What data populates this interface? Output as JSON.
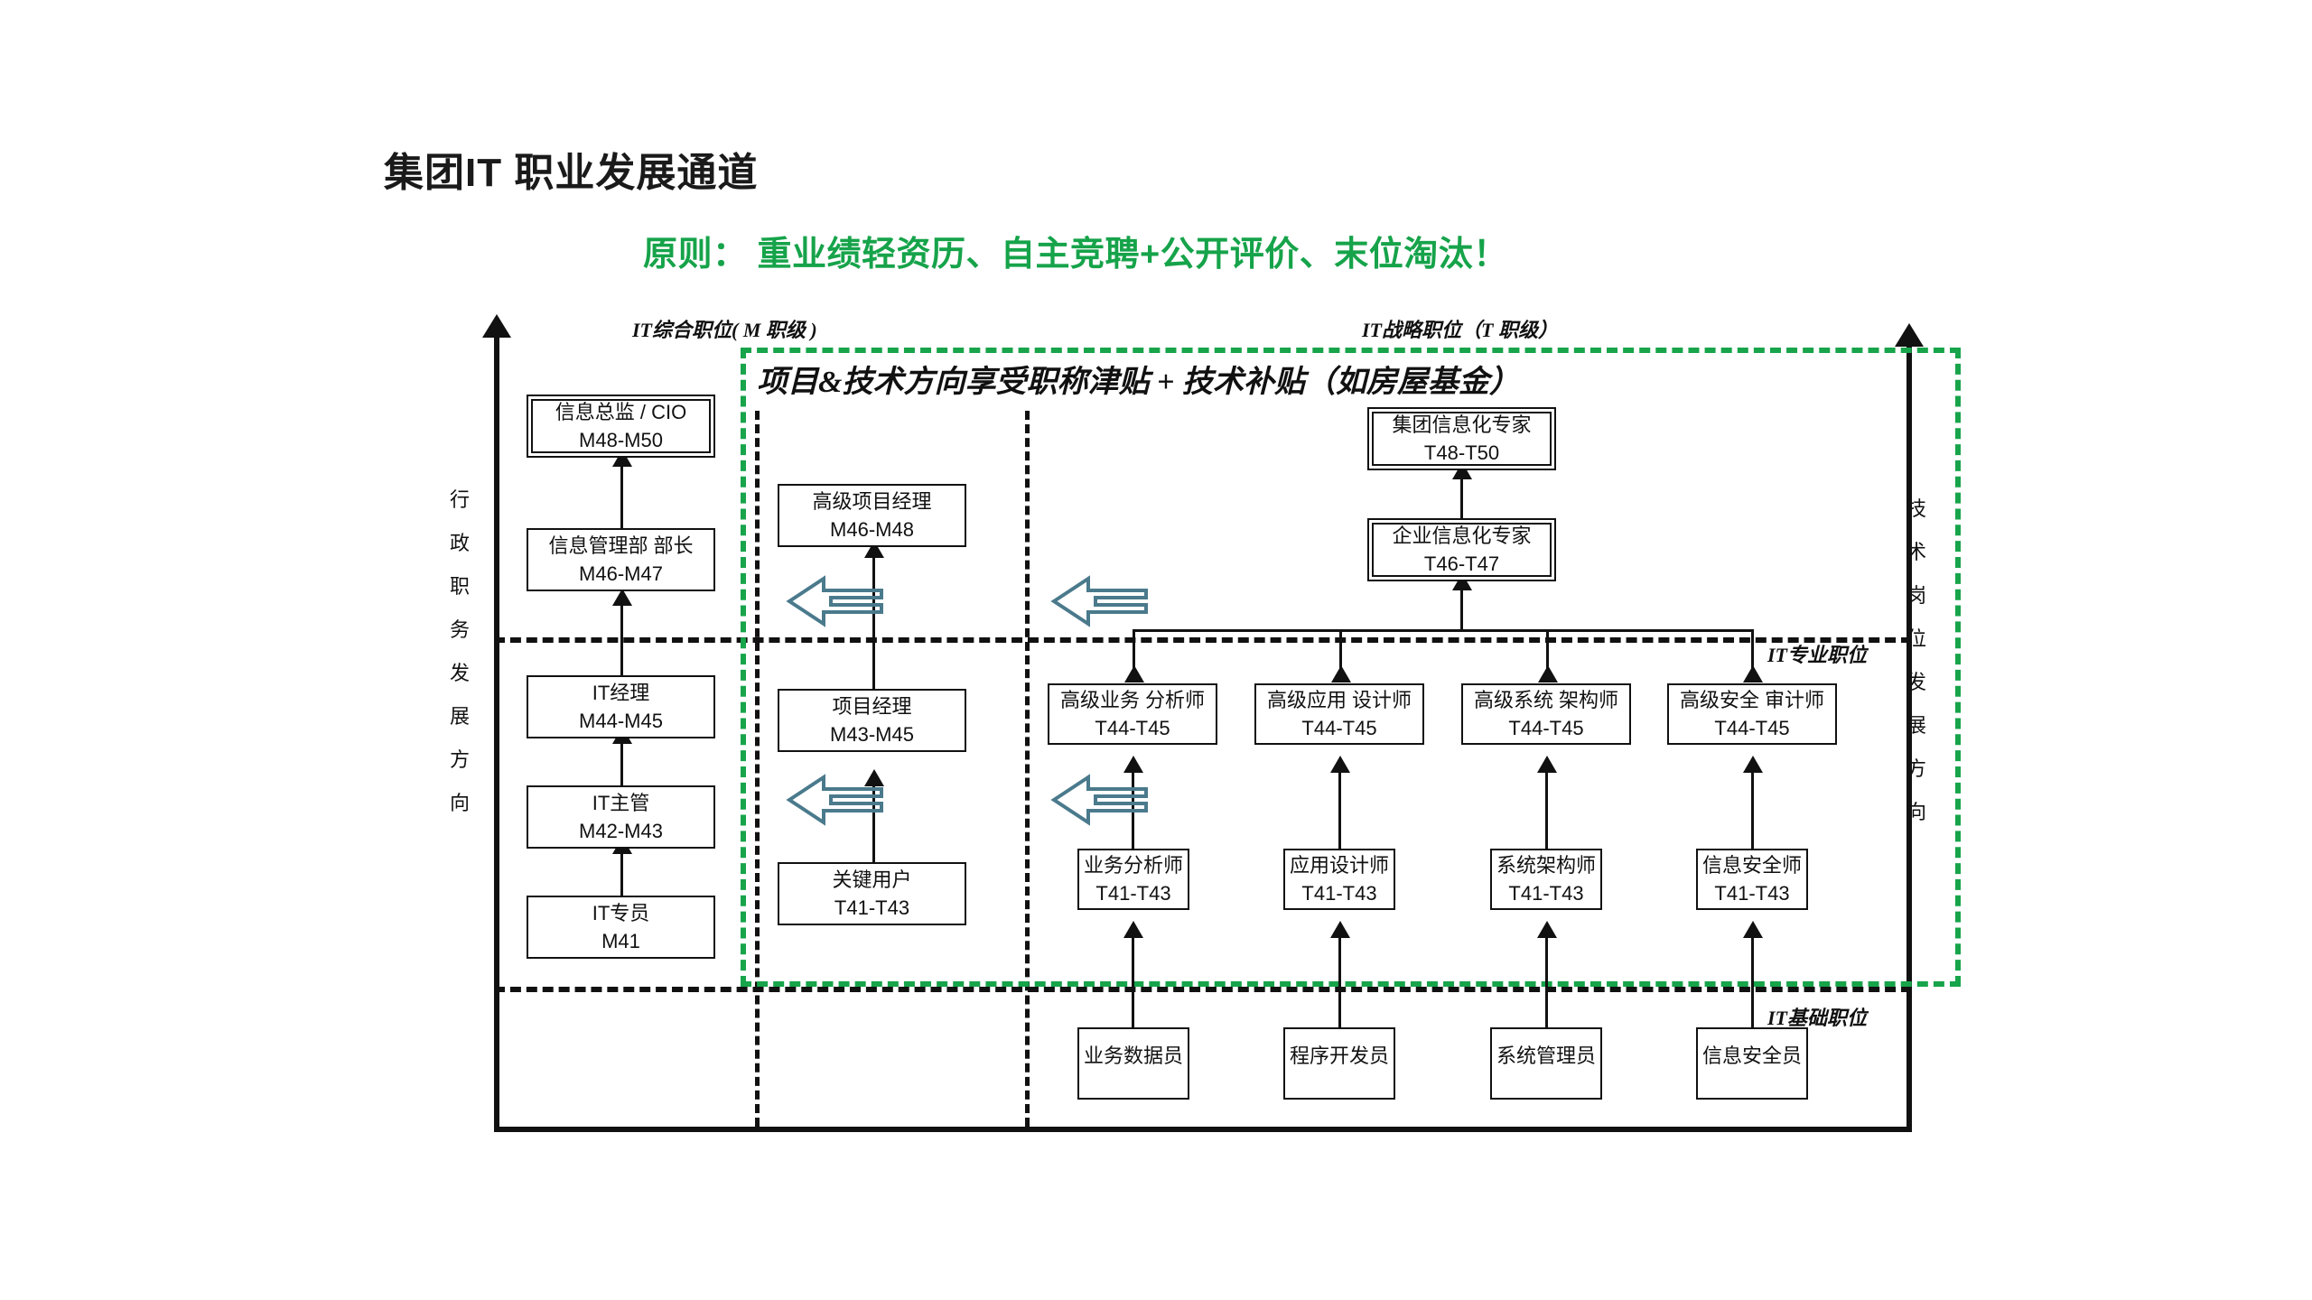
{
  "header": {
    "title": "集团IT 职业发展通道",
    "principle": "原则： 重业绩轻资历、自主竞聘+公开评价、末位淘汰！"
  },
  "colors": {
    "accent_green": "#17a44a",
    "principle_green": "#16a34a",
    "blue_arrow": "#4a7a8c",
    "line_black": "#111111"
  },
  "axes": {
    "left_vertical_label": "行政职务发展方向",
    "right_vertical_label": "技术岗位发展方向"
  },
  "section_labels": {
    "m_track": "IT综合职位( M 职级 )",
    "t_track": "IT战略职位（T 职级）",
    "professional": "IT专业职位",
    "foundation": "IT基础职位"
  },
  "green_region": {
    "note": "项目&技术方向享受职称津贴 + 技术补贴（如房屋基金）"
  },
  "nodes": {
    "cio": {
      "title": "信息总监 / CIO",
      "grade": "M48-M50"
    },
    "dept_head": {
      "title": "信息管理部 部长",
      "grade": "M46-M47"
    },
    "it_manager": {
      "title": "IT经理",
      "grade": "M44-M45"
    },
    "it_supervisor": {
      "title": "IT主管",
      "grade": "M42-M43"
    },
    "it_specialist": {
      "title": "IT专员",
      "grade": "M41"
    },
    "senior_pm": {
      "title": "高级项目经理",
      "grade": "M46-M48"
    },
    "pm": {
      "title": "项目经理",
      "grade": "M43-M45"
    },
    "key_user": {
      "title": "关键用户",
      "grade": "T41-T43"
    },
    "group_expert": {
      "title": "集团信息化专家",
      "grade": "T48-T50"
    },
    "ent_expert": {
      "title": "企业信息化专家",
      "grade": "T46-T47"
    },
    "sr_biz_analyst": {
      "title": "高级业务 分析师",
      "grade": "T44-T45"
    },
    "sr_app_designer": {
      "title": "高级应用 设计师",
      "grade": "T44-T45"
    },
    "sr_sys_architect": {
      "title": "高级系统 架构师",
      "grade": "T44-T45"
    },
    "sr_sec_auditor": {
      "title": "高级安全 审计师",
      "grade": "T44-T45"
    },
    "biz_analyst": {
      "title": "业务分析师",
      "grade": "T41-T43"
    },
    "app_designer": {
      "title": "应用设计师",
      "grade": "T41-T43"
    },
    "sys_architect": {
      "title": "系统架构师",
      "grade": "T41-T43"
    },
    "sec_officer": {
      "title": "信息安全师",
      "grade": "T41-T43"
    },
    "biz_data_clerk": {
      "title": "业务数据员",
      "grade": ""
    },
    "programmer": {
      "title": "程序开发员",
      "grade": ""
    },
    "sys_admin": {
      "title": "系统管理员",
      "grade": ""
    },
    "sec_clerk": {
      "title": "信息安全员",
      "grade": ""
    }
  },
  "chart_data": {
    "type": "diagram",
    "title": "集团IT 职业发展通道",
    "tracks": [
      {
        "name": "IT综合职位( M 职级 )",
        "levels": [
          "IT专员 M41",
          "IT主管 M42-M43",
          "IT经理 M44-M45",
          "信息管理部 部长 M46-M47",
          "信息总监 / CIO M48-M50"
        ]
      },
      {
        "name": "项目方向",
        "levels": [
          "关键用户 T41-T43",
          "项目经理 M43-M45",
          "高级项目经理 M46-M48"
        ]
      },
      {
        "name": "IT战略职位（T 职级）",
        "levels": [
          "业务数据员/程序开发员/系统管理员/信息安全员",
          "业务分析师 等 T41-T43",
          "高级业务分析师 等 T44-T45",
          "企业信息化专家 T46-T47",
          "集团信息化专家 T48-T50"
        ]
      }
    ],
    "bands": [
      "IT专业职位",
      "IT基础职位"
    ]
  }
}
